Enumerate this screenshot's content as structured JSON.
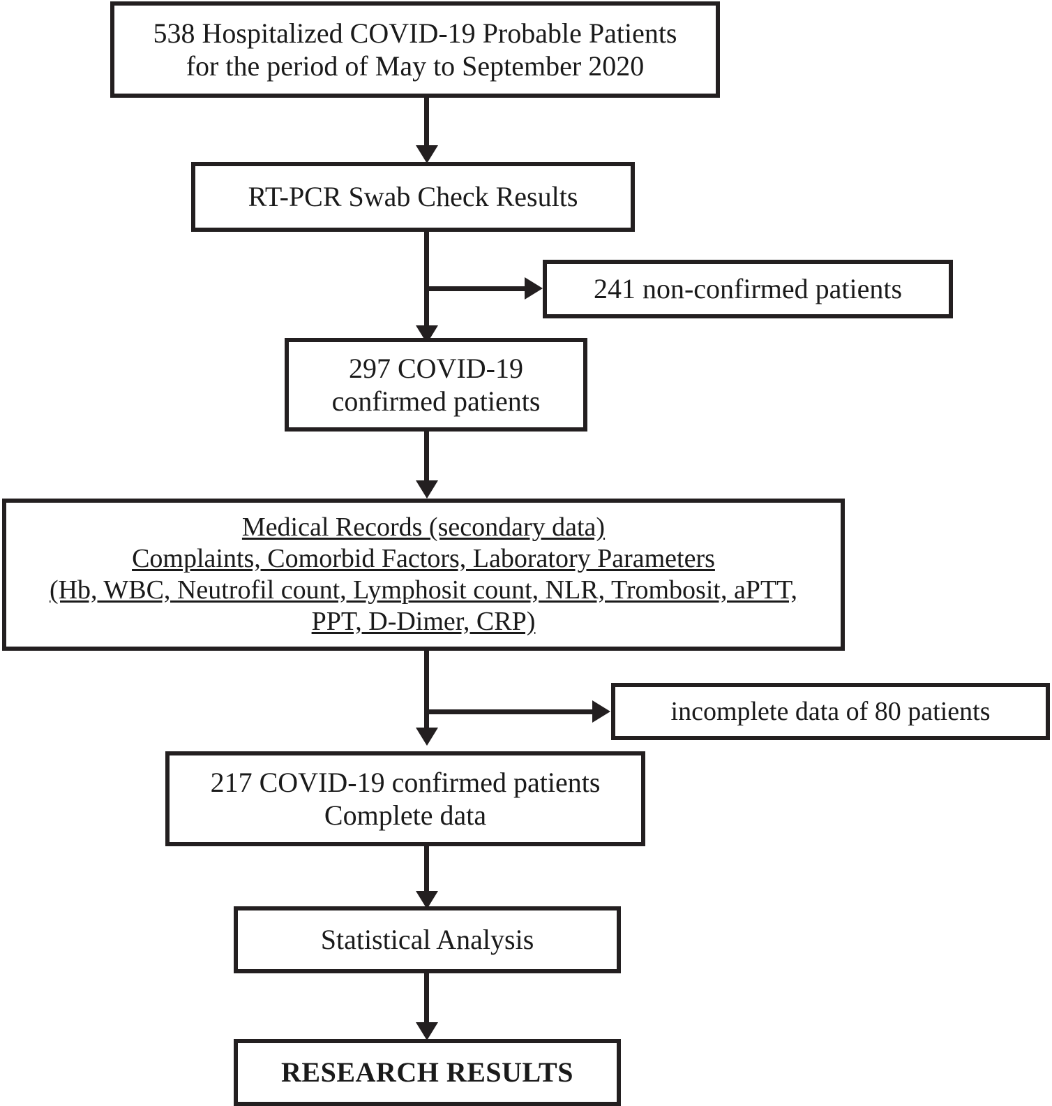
{
  "diagram": {
    "title": "COVID-19 patient selection flowchart",
    "type": "flowchart",
    "stroke_color": "#231f20",
    "background_color": "#ffffff"
  },
  "nodes": {
    "cohort": {
      "line1": "538 Hospitalized COVID-19 Probable Patients",
      "line2": "for the period of May to September 2020"
    },
    "swab": {
      "line1": "RT-PCR Swab Check Results"
    },
    "nonconfirmed": {
      "line1": "241 non-confirmed patients"
    },
    "confirmed297": {
      "line1": "297 COVID-19",
      "line2": "confirmed patients"
    },
    "records": {
      "line1": "Medical Records (secondary data)",
      "line2": "Complaints, Comorbid Factors, Laboratory Parameters",
      "line3": "(Hb, WBC, Neutrofil count, Lymphosit count, NLR, Trombosit, aPTT,",
      "line4": "PPT, D-Dimer, CRP)"
    },
    "incomplete": {
      "line1": "incomplete data of 80 patients"
    },
    "complete217": {
      "line1": "217 COVID-19 confirmed patients",
      "line2": "Complete data"
    },
    "analysis": {
      "line1": "Statistical Analysis"
    },
    "results": {
      "line1": "RESEARCH RESULTS"
    }
  }
}
